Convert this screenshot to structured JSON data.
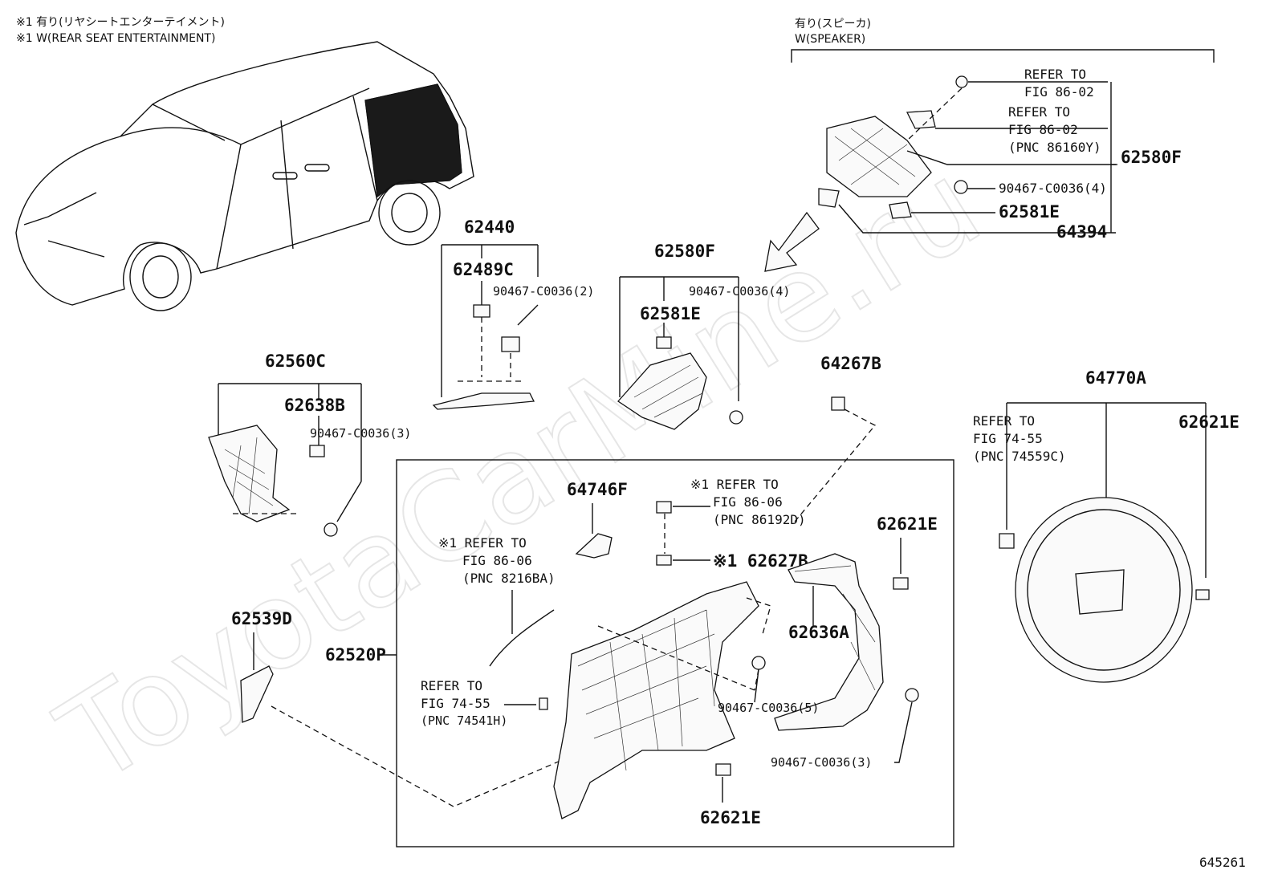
{
  "header": {
    "note_jp": "※1 有り(リヤシートエンターテイメント)",
    "note_en": "※1 W(REAR SEAT ENTERTAINMENT)",
    "speaker_jp": "有り(スピーカ)",
    "speaker_en": "W(SPEAKER)"
  },
  "watermark": "ToyotaCarMine.ru",
  "diagram_id": "645261",
  "speaker_group": {
    "ref1": [
      "REFER TO",
      "FIG 86-02"
    ],
    "ref2": [
      "REFER TO",
      "FIG 86-02",
      "(PNC 86160Y)"
    ],
    "main_part": "62580F",
    "bolt": "90467-C0036(4)",
    "clip": "62581E",
    "bracket": "64394"
  },
  "groups": {
    "g62440": {
      "main": "62440",
      "sub1": "62489C",
      "sub2": "90467-C0036(2)"
    },
    "g62580F": {
      "main": "62580F",
      "sub1": "62581E",
      "sub2": "90467-C0036(4)"
    },
    "g62560C": {
      "main": "62560C",
      "sub1": "62638B",
      "sub2": "90467-C0036(3)"
    },
    "g64770A": {
      "main": "64770A",
      "ref": [
        "REFER TO",
        "FIG 74-55",
        "(PNC 74559C)"
      ],
      "sub": "62621E"
    }
  },
  "parts": {
    "p64267B": "64267B",
    "p62539D": "62539D",
    "p62520P": "62520P"
  },
  "box": {
    "p64746F": "64746F",
    "ref_86192D": [
      "※1 REFER TO",
      "FIG 86-06",
      "(PNC 86192D)"
    ],
    "p62627B": "※1 62627B",
    "ref_8216BA": [
      "※1 REFER TO",
      "FIG 86-06",
      "(PNC 8216BA)"
    ],
    "ref_74541H": [
      "REFER TO",
      "FIG 74-55",
      "(PNC 74541H)"
    ],
    "p62621E_top": "62621E",
    "p62636A": "62636A",
    "bolt5": "90467-C0036(5)",
    "bolt3": "90467-C0036(3)",
    "p62621E_bottom": "62621E"
  }
}
